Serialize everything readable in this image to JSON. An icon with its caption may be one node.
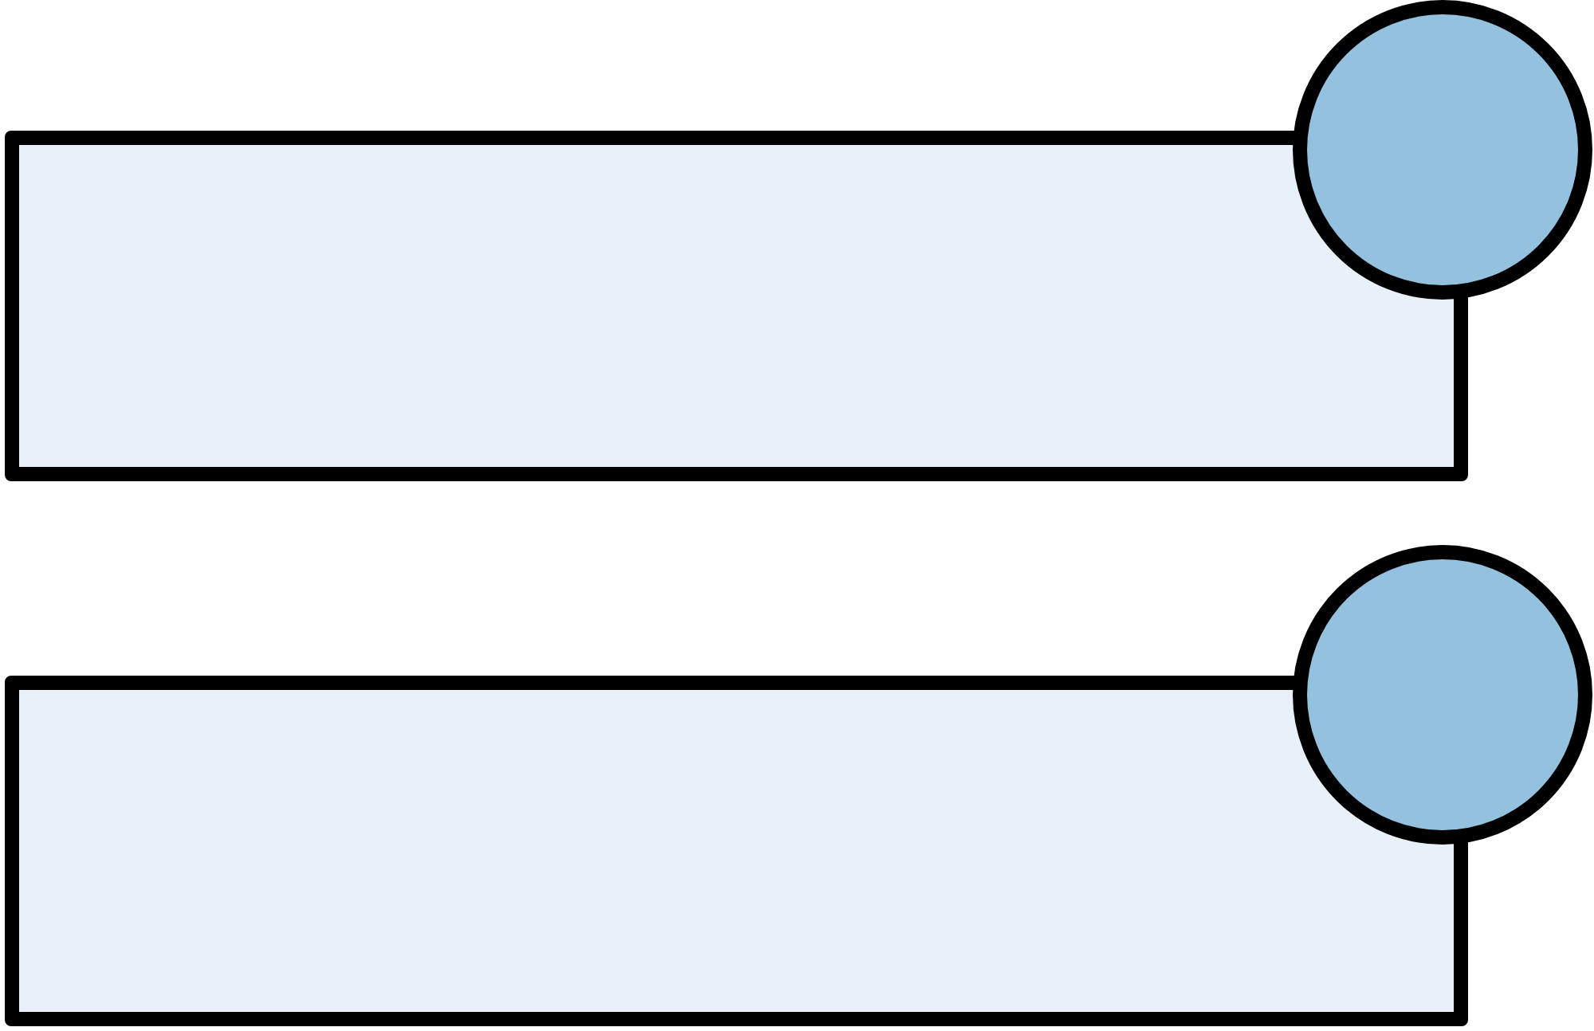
{
  "diagram": {
    "nodes": [
      {
        "text": [],
        "shape": "box"
      },
      {
        "text": [],
        "shape": "circle"
      },
      {
        "text": [],
        "shape": "box"
      },
      {
        "text": [],
        "shape": "circle"
      }
    ],
    "edges": []
  }
}
